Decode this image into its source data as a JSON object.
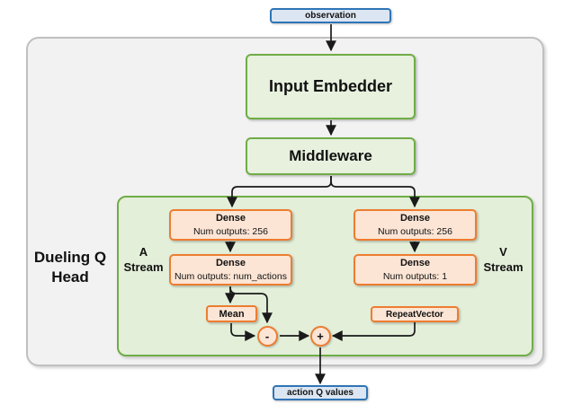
{
  "diagram": {
    "observation_label": "observation",
    "input_embedder_label": "Input Embedder",
    "middleware_label": "Middleware",
    "dueling_head": {
      "line1": "Dueling Q",
      "line2": "Head"
    },
    "a_stream": {
      "line1": "A",
      "line2": "Stream"
    },
    "v_stream": {
      "line1": "V",
      "line2": "Stream"
    },
    "dense_a1": {
      "title": "Dense",
      "subtitle": "Num outputs: 256"
    },
    "dense_a2": {
      "title": "Dense",
      "subtitle": "Num outputs: num_actions"
    },
    "dense_v1": {
      "title": "Dense",
      "subtitle": "Num outputs: 256"
    },
    "dense_v2": {
      "title": "Dense",
      "subtitle": "Num outputs: 1"
    },
    "mean_label": "Mean",
    "repeat_vector_label": "RepeatVector",
    "minus_op": "-",
    "plus_op": "+",
    "action_q_values_label": "action Q values"
  },
  "colors": {
    "blue_border": "#2e75b6",
    "blue_fill": "#dce6f2",
    "green_border": "#70ad47",
    "green_fill": "#e7f1de",
    "panel_green_fill": "#e3efd9",
    "orange_border": "#ed7d31",
    "orange_fill": "#fce5d5",
    "gray_fill": "#f2f2f2",
    "gray_border": "#c0c0c0",
    "arrow": "#1a1a1a"
  }
}
